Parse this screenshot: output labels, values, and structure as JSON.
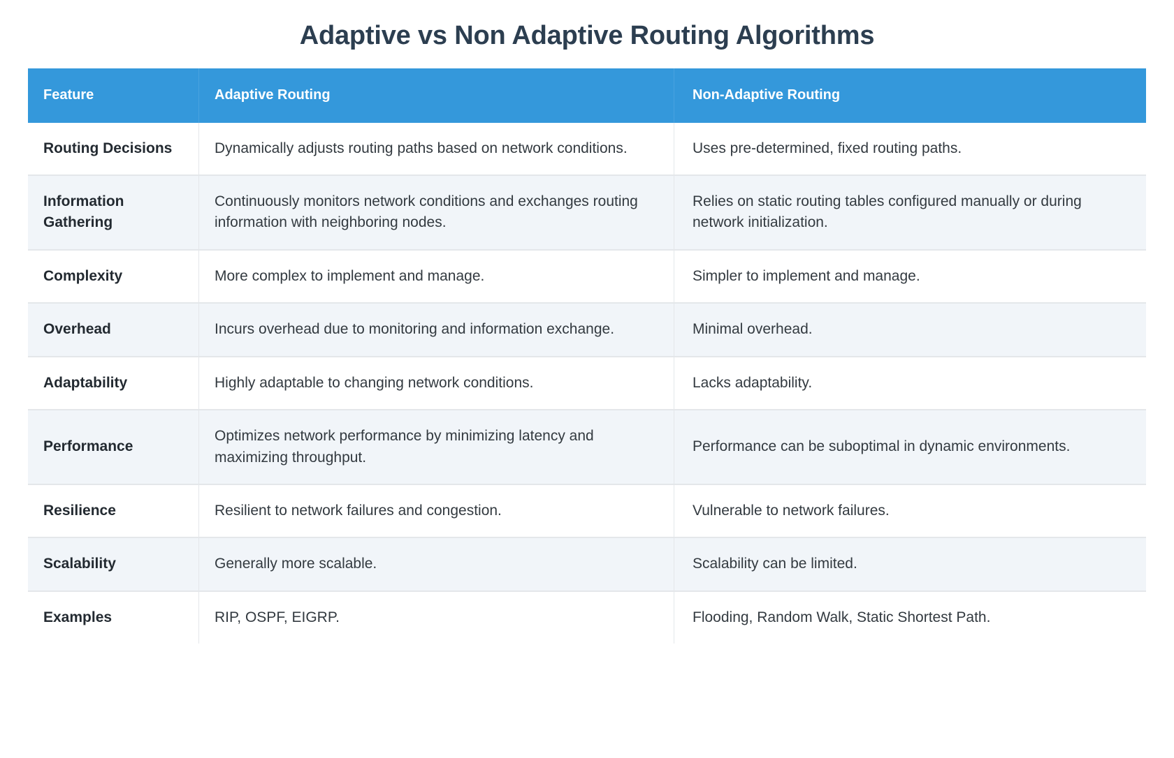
{
  "title": "Adaptive vs Non Adaptive Routing Algorithms",
  "colors": {
    "header_background": "#3498db",
    "header_text": "#ffffff",
    "title_text": "#2c3e50",
    "row_alt_background": "#f1f5f9",
    "row_background": "#ffffff",
    "body_text": "#333a40",
    "border": "#e4e7ea"
  },
  "table": {
    "columns": [
      "Feature",
      "Adaptive Routing",
      "Non-Adaptive Routing"
    ],
    "rows": [
      {
        "feature": "Routing Decisions",
        "adaptive": "Dynamically adjusts routing paths based on network conditions.",
        "non_adaptive": "Uses pre-determined, fixed routing paths."
      },
      {
        "feature": "Information Gathering",
        "adaptive": "Continuously monitors network conditions and exchanges routing information with neighboring nodes.",
        "non_adaptive": "Relies on static routing tables configured manually or during network initialization."
      },
      {
        "feature": "Complexity",
        "adaptive": "More complex to implement and manage.",
        "non_adaptive": "Simpler to implement and manage."
      },
      {
        "feature": "Overhead",
        "adaptive": "Incurs overhead due to monitoring and information exchange.",
        "non_adaptive": "Minimal overhead."
      },
      {
        "feature": "Adaptability",
        "adaptive": "Highly adaptable to changing network conditions.",
        "non_adaptive": "Lacks adaptability."
      },
      {
        "feature": "Performance",
        "adaptive": "Optimizes network performance by minimizing latency and maximizing throughput.",
        "non_adaptive": "Performance can be suboptimal in dynamic environments."
      },
      {
        "feature": "Resilience",
        "adaptive": "Resilient to network failures and congestion.",
        "non_adaptive": "Vulnerable to network failures."
      },
      {
        "feature": "Scalability",
        "adaptive": "Generally more scalable.",
        "non_adaptive": "Scalability can be limited."
      },
      {
        "feature": "Examples",
        "adaptive": "RIP, OSPF, EIGRP.",
        "non_adaptive": "Flooding, Random Walk, Static Shortest Path."
      }
    ]
  }
}
